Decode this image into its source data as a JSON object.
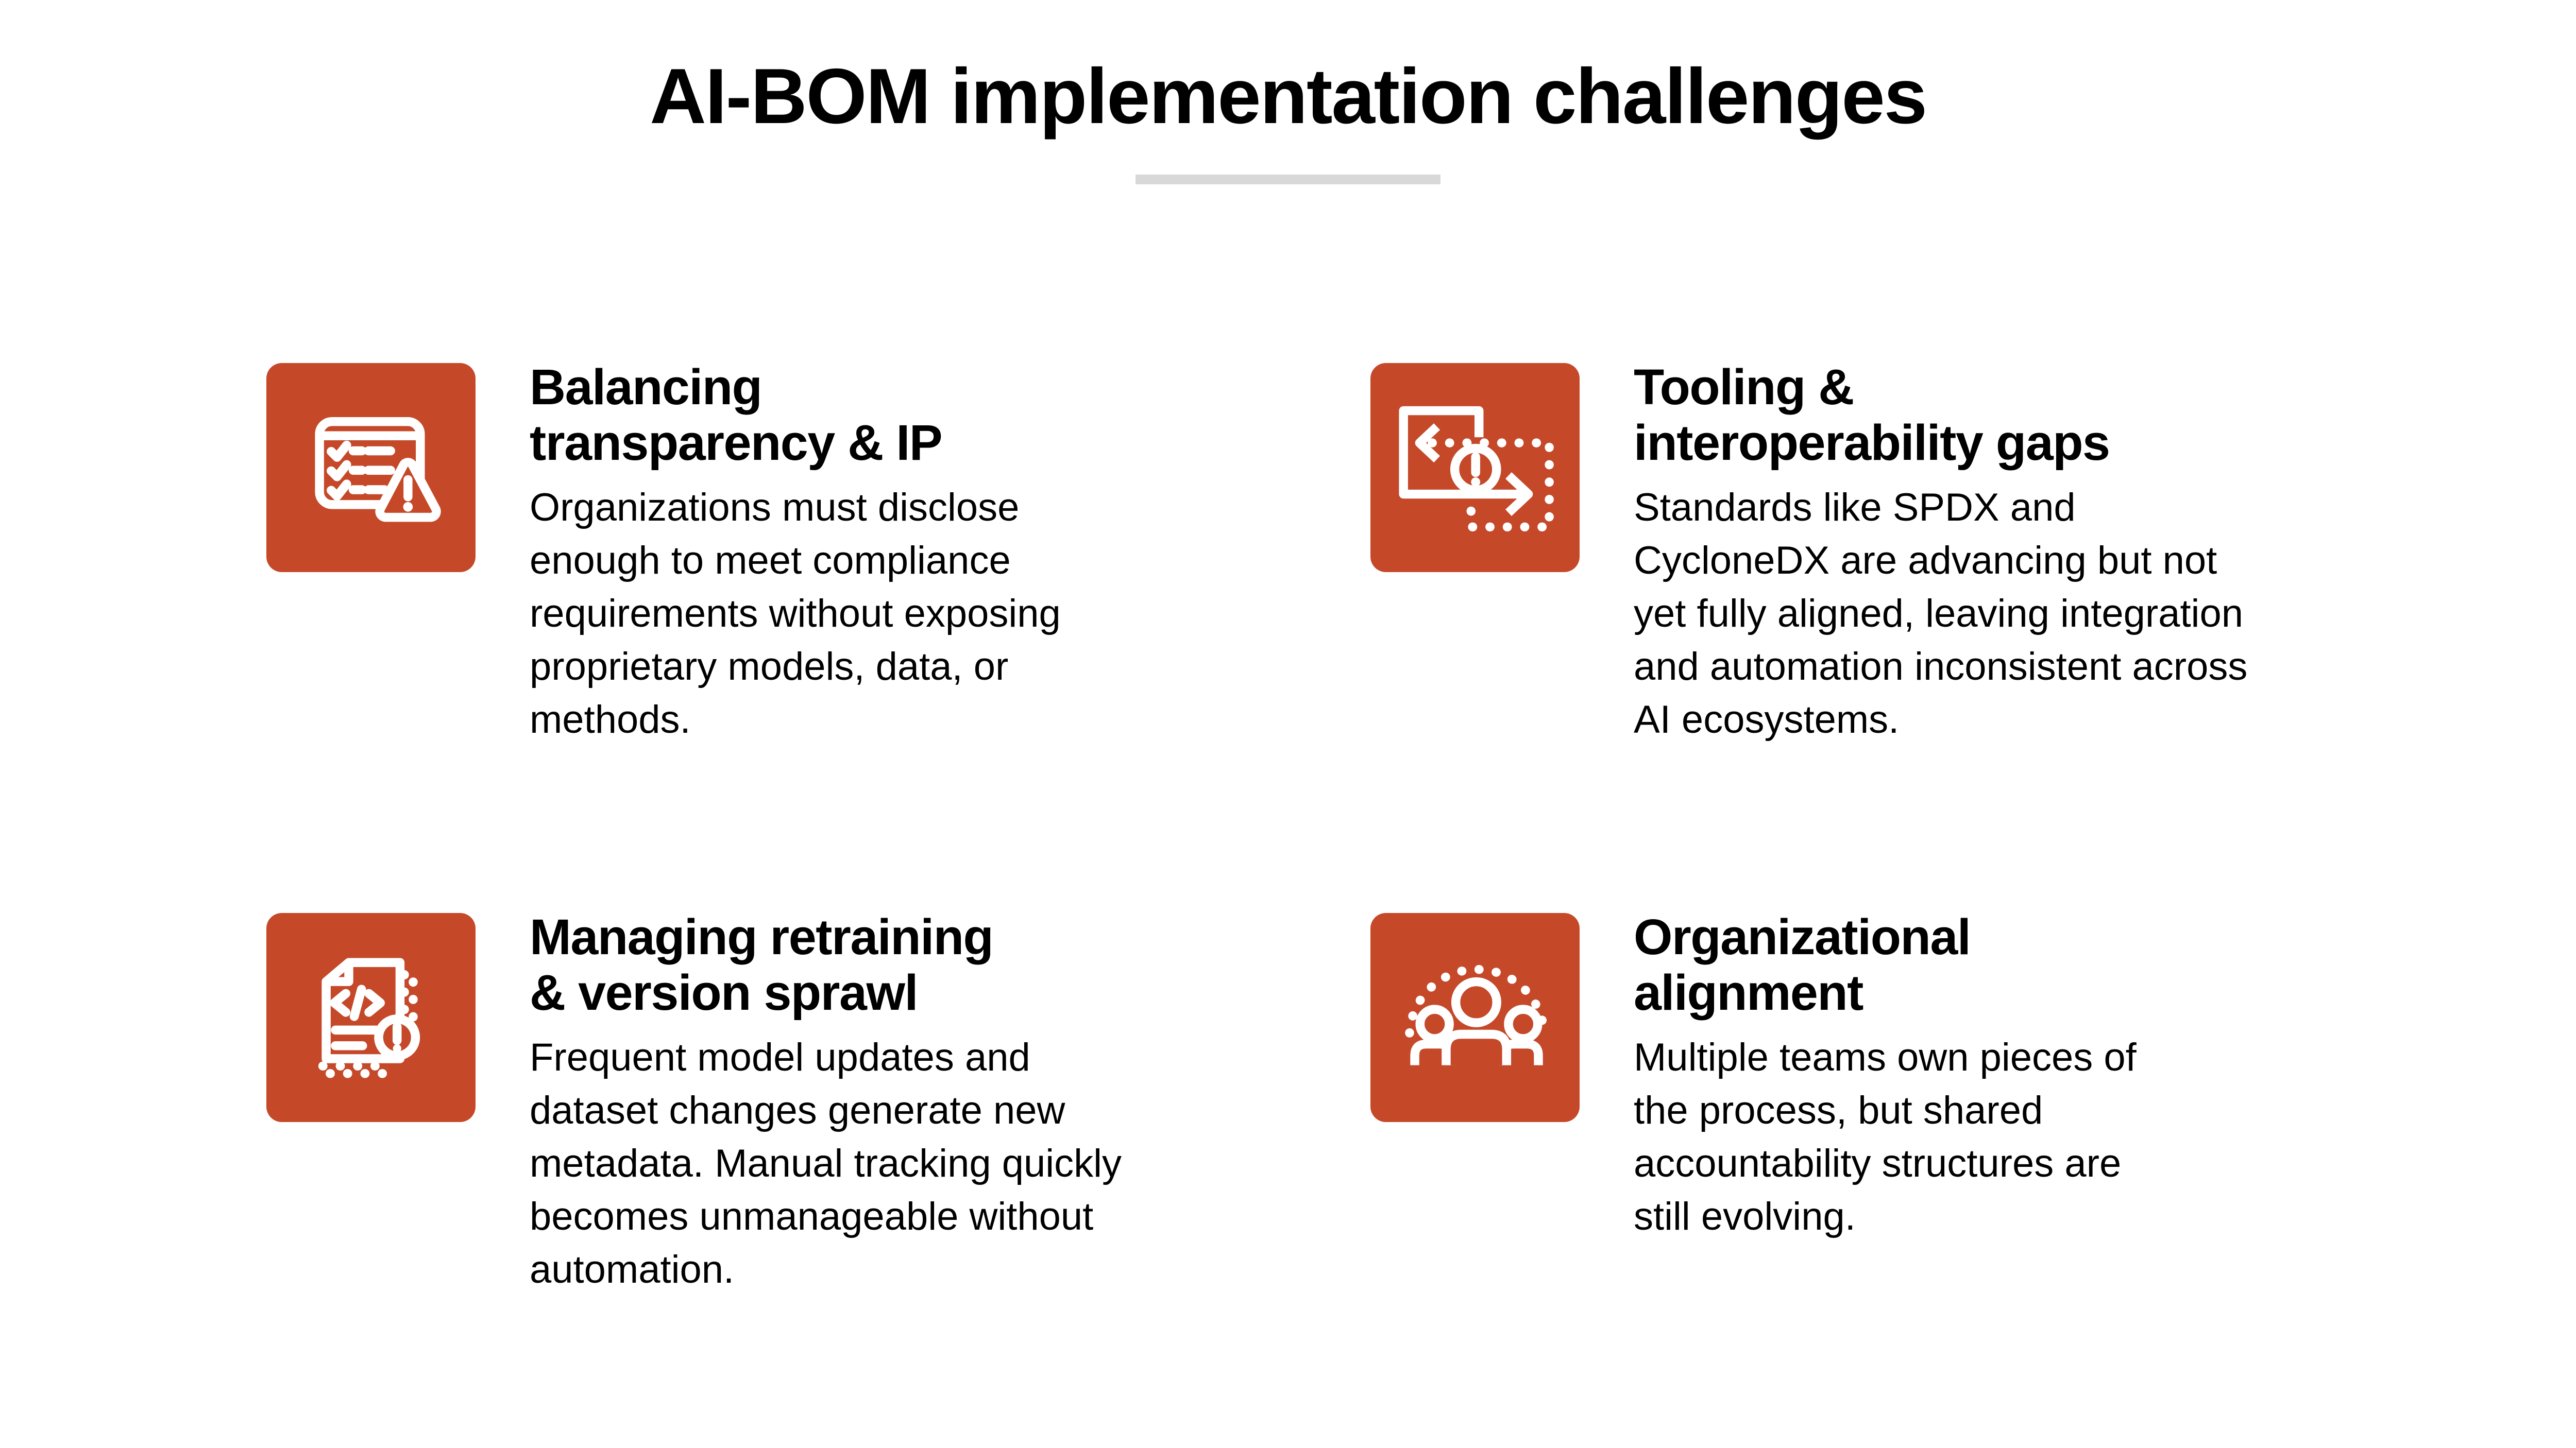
{
  "page": {
    "title": "AI-BOM implementation challenges",
    "colors": {
      "accent": "#c54829",
      "divider": "#d8d8d8",
      "text": "#000000",
      "background": "#ffffff"
    }
  },
  "cards": [
    {
      "icon": "checklist-warning-icon",
      "heading": "Balancing\ntransparency & IP",
      "body": "Organizations must disclose\nenough to meet compliance\nrequirements without exposing\nproprietary models, data, or\nmethods."
    },
    {
      "icon": "interoperability-warning-icon",
      "heading": "Tooling &\ninteroperability gaps",
      "body": "Standards like SPDX and\nCycloneDX are advancing but not\nyet fully aligned, leaving integration\nand automation inconsistent across\nAI ecosystems."
    },
    {
      "icon": "code-document-warning-icon",
      "heading": "Managing retraining\n& version sprawl",
      "body": "Frequent model updates and\ndataset changes generate new\nmetadata. Manual tracking quickly\nbecomes unmanageable without\nautomation."
    },
    {
      "icon": "team-alignment-icon",
      "heading": "Organizational\nalignment",
      "body": "Multiple teams own pieces of\nthe process, but shared\naccountability structures are\nstill evolving."
    }
  ]
}
